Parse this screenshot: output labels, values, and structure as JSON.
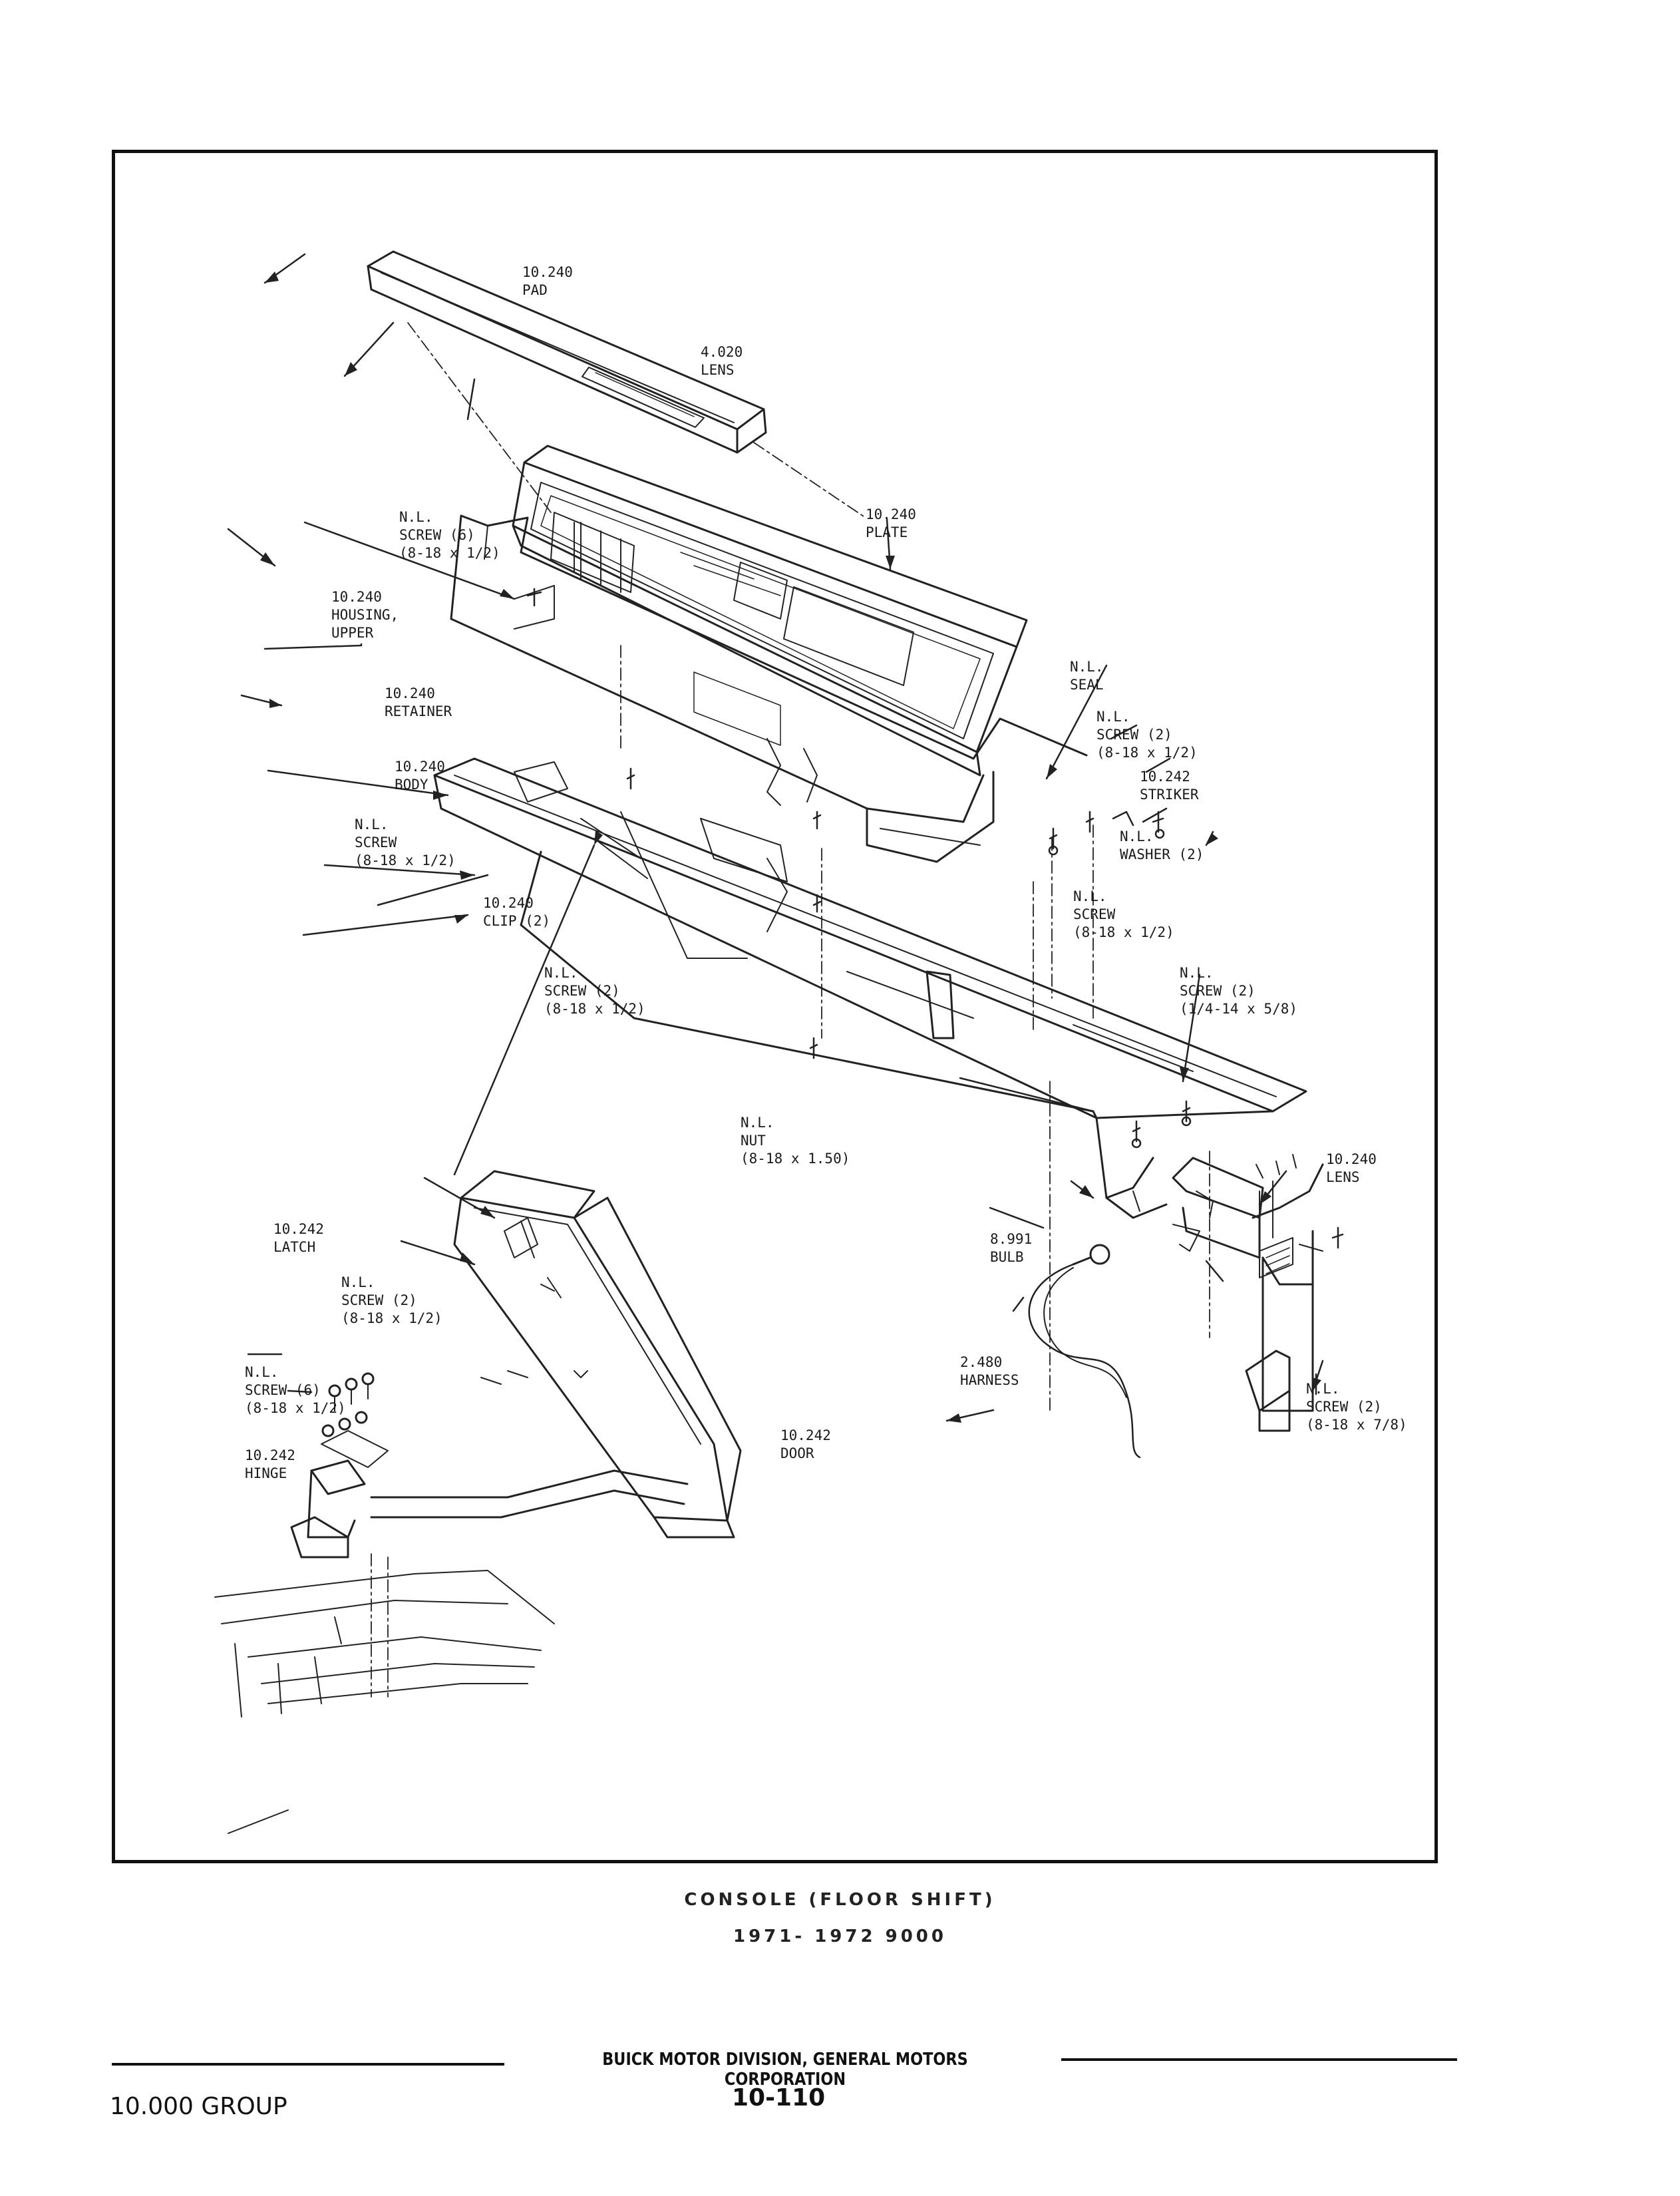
{
  "labels": {
    "pad": [
      "10.240",
      "PAD"
    ],
    "lens_top": [
      "4.020",
      "LENS"
    ],
    "plate": [
      "10.240",
      "PLATE"
    ],
    "screw_6_top": [
      "N.L.",
      "SCREW (6)",
      "(8-18 x 1/2)"
    ],
    "housing_upper": [
      "10.240",
      "HOUSING,",
      "UPPER"
    ],
    "retainer": [
      "10.240",
      "RETAINER"
    ],
    "body": [
      "10.240",
      "BODY"
    ],
    "screw_left": [
      "N.L.",
      "SCREW",
      "(8-18 x 1/2)"
    ],
    "clip": [
      "10.240",
      "CLIP (2)"
    ],
    "screw_2_mid": [
      "N.L.",
      "SCREW (2)",
      "(8-18 x 1/2)"
    ],
    "nut": [
      "N.L.",
      "NUT",
      "(8-18 x 1.50)"
    ],
    "seal": [
      "N.L.",
      "SEAL"
    ],
    "screw_2_right": [
      "N.L.",
      "SCREW (2)",
      "(8-18 x 1/2)"
    ],
    "striker": [
      "10.242",
      "STRIKER"
    ],
    "washer": [
      "N.L.",
      "WASHER (2)"
    ],
    "screw_right": [
      "N.L.",
      "SCREW",
      "(8-18 x 1/2)"
    ],
    "screw_2_quarter": [
      "N.L.",
      "SCREW (2)",
      "(1/4-14 x 5/8)"
    ],
    "lens_right": [
      "10.240",
      "LENS"
    ],
    "bulb": [
      "8.991",
      "BULB"
    ],
    "harness": [
      "2.480",
      "HARNESS"
    ],
    "screw_2_lens": [
      "N.L.",
      "SCREW (2)",
      "(8-18 x 7/8)"
    ],
    "latch": [
      "10.242",
      "LATCH"
    ],
    "screw_2_door": [
      "N.L.",
      "SCREW (2)",
      "(8-18 x 1/2)"
    ],
    "screw_6_hinge": [
      "N.L.",
      "SCREW (6)",
      "(8-18 x 1/2)"
    ],
    "hinge": [
      "10.242",
      "HINGE"
    ],
    "door": [
      "10.242",
      "DOOR"
    ]
  },
  "caption": {
    "title": "CONSOLE (FLOOR SHIFT)",
    "years": "1971- 1972 9000"
  },
  "footer": {
    "corporation": "BUICK MOTOR DIVISION, GENERAL MOTORS CORPORATION",
    "group": "10.000 GROUP",
    "page": "10-110"
  }
}
